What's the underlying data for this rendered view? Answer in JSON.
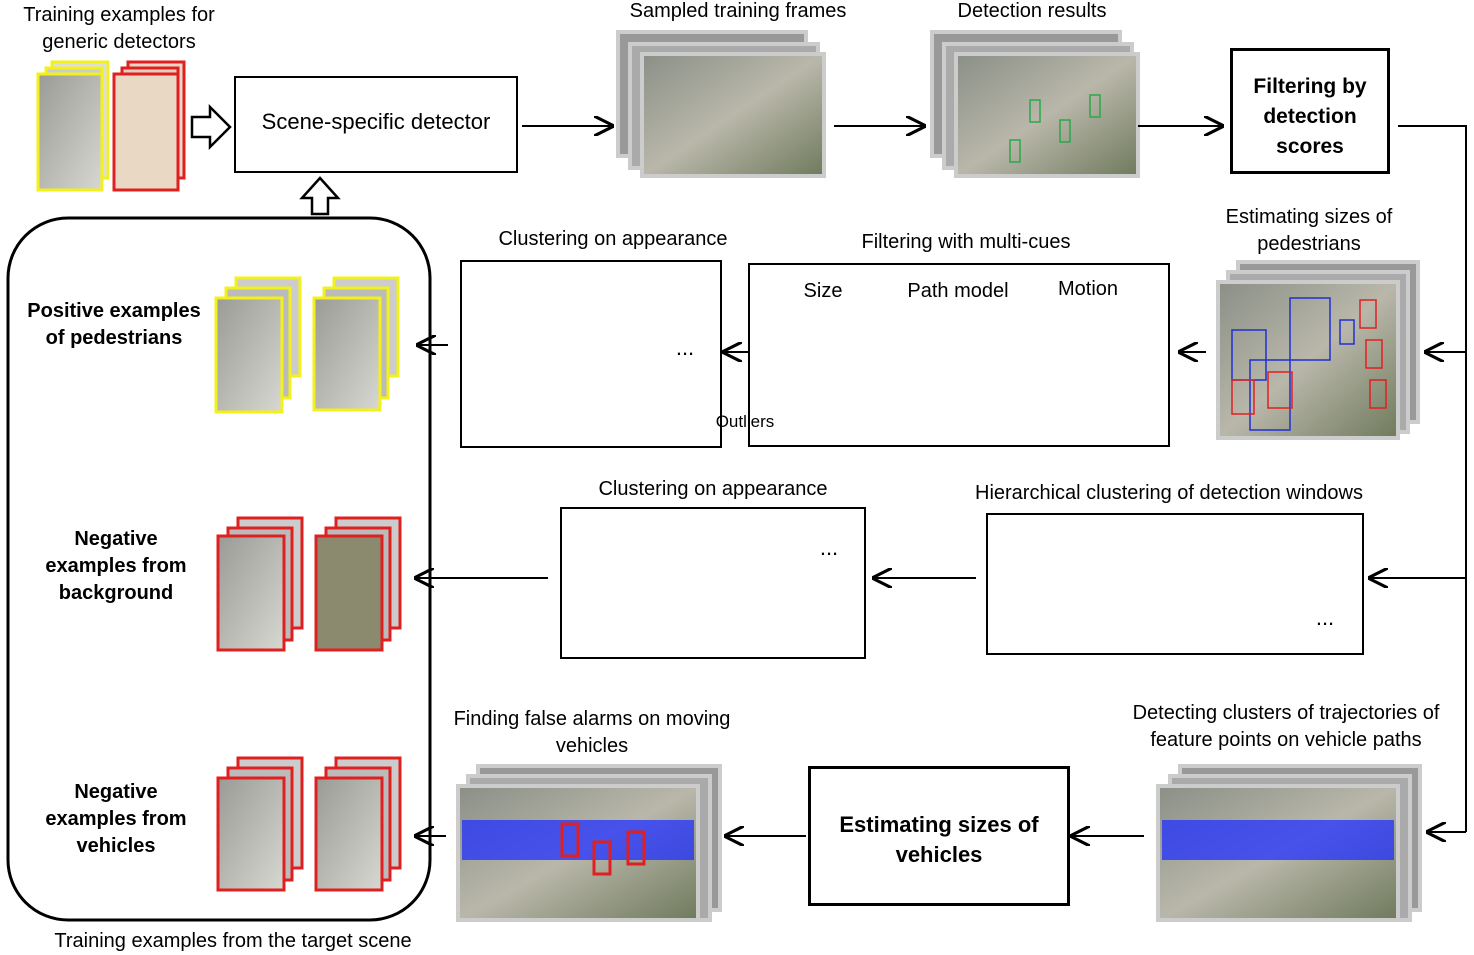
{
  "colors": {
    "positive": "#f2f21a",
    "negative": "#e02020",
    "cluster": "#2aa84a",
    "outlier_magenta": "#e020e0",
    "outlier_blue": "#2030d0",
    "trajectory": "#2030ff"
  },
  "top": {
    "generic_title": "Training examples for generic detectors",
    "scene_detector": "Scene-specific detector",
    "sampled_frames": "Sampled training frames",
    "detection_results": "Detection results",
    "filtering_scores": "Filtering by detection scores"
  },
  "pedestrian_row": {
    "estimating_sizes": "Estimating sizes of pedestrians",
    "multicue_title": "Filtering with multi-cues",
    "cue_size": "Size",
    "cue_path": "Path model",
    "cue_motion": "Motion",
    "clustering_title": "Clustering on appearance",
    "outliers": "Outliers",
    "ellipsis": "..."
  },
  "background_row": {
    "hierarchical_title": "Hierarchical clustering of detection windows",
    "clustering_title": "Clustering on appearance",
    "ellipsis": "..."
  },
  "vehicle_row": {
    "detecting_clusters": "Detecting clusters of trajectories of feature points on vehicle paths",
    "estimating_vehicles": "Estimating sizes of vehicles",
    "false_alarms": "Finding false alarms on moving vehicles"
  },
  "left_panel": {
    "positive": "Positive examples of pedestrians",
    "neg_background": "Negative examples from background",
    "neg_vehicles": "Negative examples from vehicles",
    "caption": "Training examples from the target scene"
  }
}
